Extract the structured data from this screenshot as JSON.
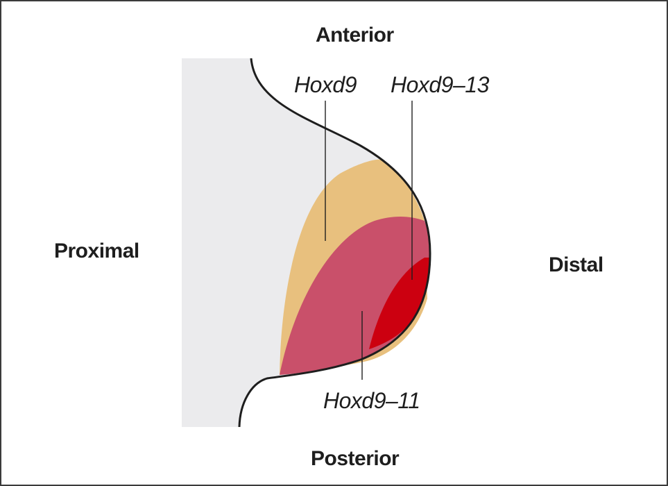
{
  "orientation": {
    "anterior": "Anterior",
    "posterior": "Posterior",
    "proximal": "Proximal",
    "distal": "Distal"
  },
  "expression_domains": [
    {
      "label": "Hoxd9",
      "color": "#E8C07E"
    },
    {
      "label": "Hoxd9–11",
      "color": "#C9506A"
    },
    {
      "label": "Hoxd9–13",
      "color": "#CC0010"
    }
  ],
  "colors": {
    "background_tissue": "#EBEBED",
    "outline": "#1E1E1E",
    "frame_border": "#3A3A3A"
  }
}
